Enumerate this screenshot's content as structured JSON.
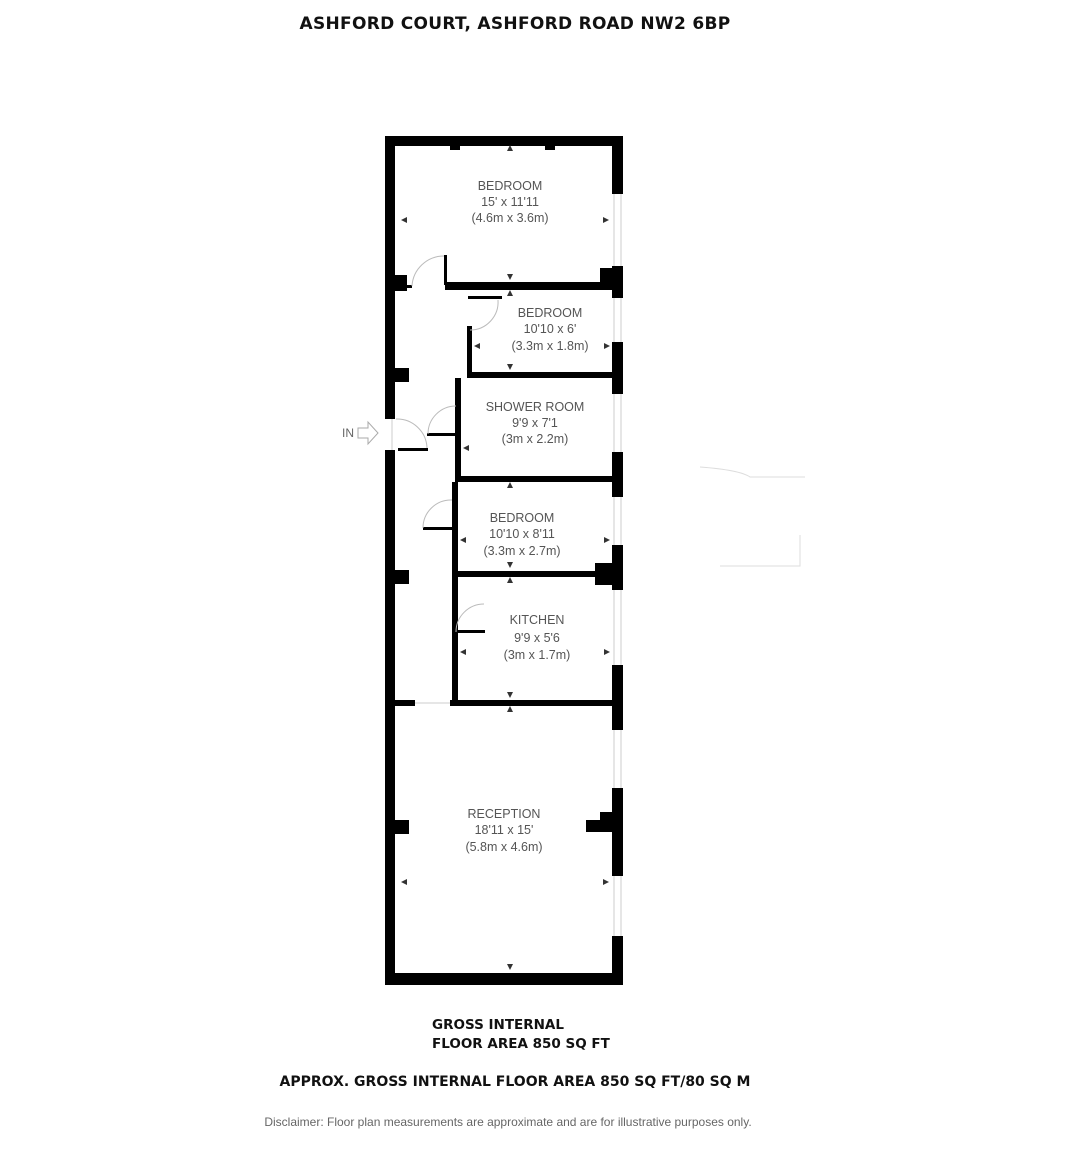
{
  "header": {
    "title": "ASHFORD COURT, ASHFORD ROAD NW2 6BP"
  },
  "entrance": {
    "label": "IN"
  },
  "rooms": [
    {
      "name": "BEDROOM",
      "imperial": "15' x 11'11",
      "metric": "(4.6m x 3.6m)"
    },
    {
      "name": "BEDROOM",
      "imperial": "10'10 x 6'",
      "metric": "(3.3m x 1.8m)"
    },
    {
      "name": "SHOWER ROOM",
      "imperial": "9'9 x 7'1",
      "metric": "(3m x 2.2m)"
    },
    {
      "name": "BEDROOM",
      "imperial": "10'10 x 8'11",
      "metric": "(3.3m x 2.7m)"
    },
    {
      "name": "KITCHEN",
      "imperial": "9'9 x 5'6",
      "metric": "(3m x 1.7m)"
    },
    {
      "name": "RECEPTION",
      "imperial": "18'11 x 15'",
      "metric": "(5.8m x 4.6m)"
    }
  ],
  "footer": {
    "gross_line1": "GROSS INTERNAL",
    "gross_line2": "FLOOR AREA 850 SQ FT",
    "approx": "APPROX. GROSS INTERNAL FLOOR AREA 850 SQ FT/80 SQ M",
    "disclaimer": "Disclaimer: Floor plan measurements are approximate and are for illustrative purposes only."
  },
  "colors": {
    "wall": "#000000",
    "label": "#555555",
    "door": "#bbbbbb"
  }
}
